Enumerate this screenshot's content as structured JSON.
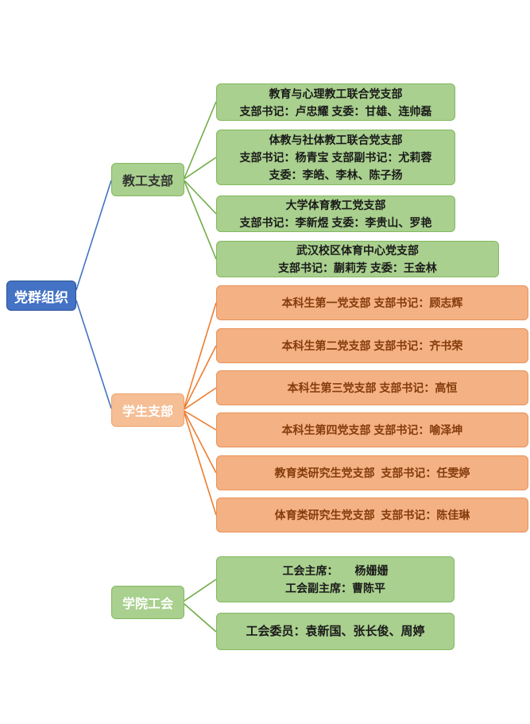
{
  "root": {
    "label": "党群组织"
  },
  "branches": [
    {
      "label": "教工支部",
      "children": [
        {
          "lines": [
            "教育与心理教工联合党支部",
            "支部书记：卢忠耀 支委：甘雄、连帅磊"
          ]
        },
        {
          "lines": [
            "体教与社体教工联合党支部",
            "支部书记：杨青宝 支部副书记：尤莉蓉",
            "支委：李皓、李林、陈子扬"
          ]
        },
        {
          "lines": [
            "大学体育教工党支部",
            "支部书记：李新煜 支委：李贵山、罗艳"
          ]
        },
        {
          "lines": [
            "武汉校区体育中心党支部",
            "支部书记：蒯莉芳 支委：王金林"
          ]
        }
      ]
    },
    {
      "label": "学生支部",
      "children": [
        {
          "lines": [
            "本科生第一党支部 支部书记：顾志辉"
          ]
        },
        {
          "lines": [
            "本科生第二党支部 支部书记：齐书荣"
          ]
        },
        {
          "lines": [
            "本科生第三党支部 支部书记：高恒"
          ]
        },
        {
          "lines": [
            "本科生第四党支部 支部书记：喻泽坤"
          ]
        },
        {
          "lines": [
            "教育类研究生党支部  支部书记：任雯婷"
          ]
        },
        {
          "lines": [
            "体育类研究生党支部  支部书记：陈佳琳"
          ]
        }
      ]
    },
    {
      "label": "学院工会",
      "children": [
        {
          "lines": [
            "工会主席：　　杨姗姗",
            "工会副主席：曹陈平"
          ]
        },
        {
          "lines": [
            "工会委员：袁新国、张长俊、周婷"
          ]
        }
      ]
    }
  ],
  "colors": {
    "root_fill": "#4472C4",
    "green_fill": "#A9D08E",
    "green_line": "#70AD47",
    "orange_fill": "#F4B183",
    "orange_line": "#ED7D31"
  }
}
